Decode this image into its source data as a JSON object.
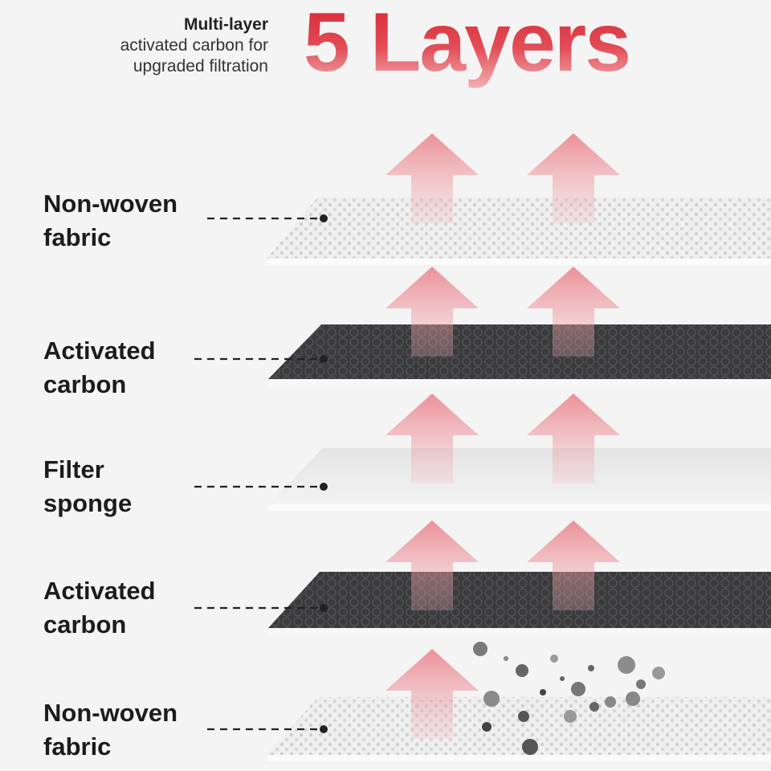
{
  "header": {
    "subtitle_line1": "Multi-layer",
    "subtitle_line2": "activated carbon for",
    "subtitle_line3": "upgraded filtration",
    "title": "5 Layers"
  },
  "layers": [
    {
      "line1": "Non-woven",
      "line2": "fabric"
    },
    {
      "line1": "Activated",
      "line2": "carbon"
    },
    {
      "line1": "Filter",
      "line2": "sponge"
    },
    {
      "line1": "Activated",
      "line2": "carbon"
    },
    {
      "line1": "Non-woven",
      "line2": "fabric"
    }
  ],
  "colors": {
    "accent": "#d9232f",
    "arrow": "#ea7c84",
    "carbon": "#3a3a3c",
    "fabric": "#ececec",
    "sponge": "#e9e9e9"
  }
}
